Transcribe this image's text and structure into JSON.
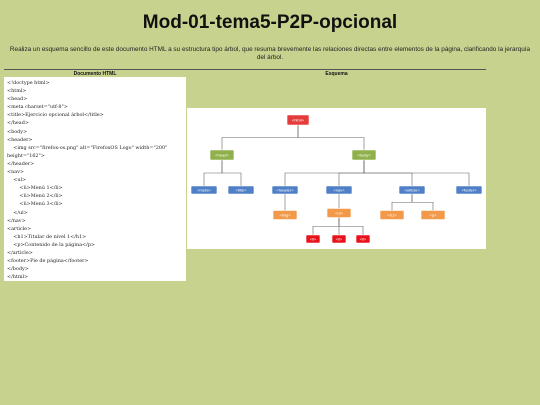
{
  "page": {
    "title": "Mod-01-tema5-P2P-opcional",
    "intro": "Realiza un esquema sencillo de este documento HTML a su estructura tipo árbol, que resuma brevemente las relaciones directas entre elementos de la página, clarificando la jerarquía del árbol.",
    "col_code": "Documento HTML",
    "col_tree": "Esquema"
  },
  "code_lines": [
    "<!doctype html>",
    "<html>",
    "<head>",
    "<meta charset=\"utf-8\">",
    "<title>Ejercicio opcional árbol</title>",
    "</head>",
    "<body>",
    "<header>",
    "    <img src=\"firefox-os.png\" alt=\"FirefoxOS Logo\" width=\"200\"",
    "height=\"162\">",
    "</header>",
    "<nav>",
    "    <ul>",
    "        <li>Menú 1</li>",
    "        <li>Menú 2</li>",
    "        <li>Menú 3</li>",
    "    </ul>",
    "</nav>",
    "<article>",
    "    <h1>Titular de nivel 1</h1>",
    "    <p>Contenido de la página</p>",
    "</article>",
    "<footer>Pie de página</footer>",
    "</body>",
    "</html>"
  ],
  "tree": {
    "colors": {
      "red": "#e53b3b",
      "green": "#8fb04a",
      "blue": "#4f7fc6",
      "orange": "#f39a4a",
      "bright_red": "#e8121b"
    },
    "nodes": [
      {
        "id": "html",
        "label": "<html>",
        "color": "red",
        "parent": null
      },
      {
        "id": "head",
        "label": "<head>",
        "color": "green",
        "parent": "html"
      },
      {
        "id": "body",
        "label": "<body>",
        "color": "green",
        "parent": "html"
      },
      {
        "id": "meta",
        "label": "<meta>",
        "color": "blue",
        "parent": "head"
      },
      {
        "id": "title",
        "label": "<title>",
        "color": "blue",
        "parent": "head"
      },
      {
        "id": "header",
        "label": "<header>",
        "color": "blue",
        "parent": "body"
      },
      {
        "id": "nav",
        "label": "<nav>",
        "color": "blue",
        "parent": "body"
      },
      {
        "id": "article",
        "label": "<article>",
        "color": "blue",
        "parent": "body"
      },
      {
        "id": "footer",
        "label": "<footer>",
        "color": "blue",
        "parent": "body"
      },
      {
        "id": "img",
        "label": "<img>",
        "color": "orange",
        "parent": "header"
      },
      {
        "id": "ul",
        "label": "<ul>",
        "color": "orange",
        "parent": "nav"
      },
      {
        "id": "h1",
        "label": "<h1>",
        "color": "orange",
        "parent": "article"
      },
      {
        "id": "p",
        "label": "<p>",
        "color": "orange",
        "parent": "article"
      },
      {
        "id": "li1",
        "label": "<li>",
        "color": "bright_red",
        "parent": "ul"
      },
      {
        "id": "li2",
        "label": "<li>",
        "color": "bright_red",
        "parent": "ul"
      },
      {
        "id": "li3",
        "label": "<li>",
        "color": "bright_red",
        "parent": "ul"
      }
    ]
  }
}
